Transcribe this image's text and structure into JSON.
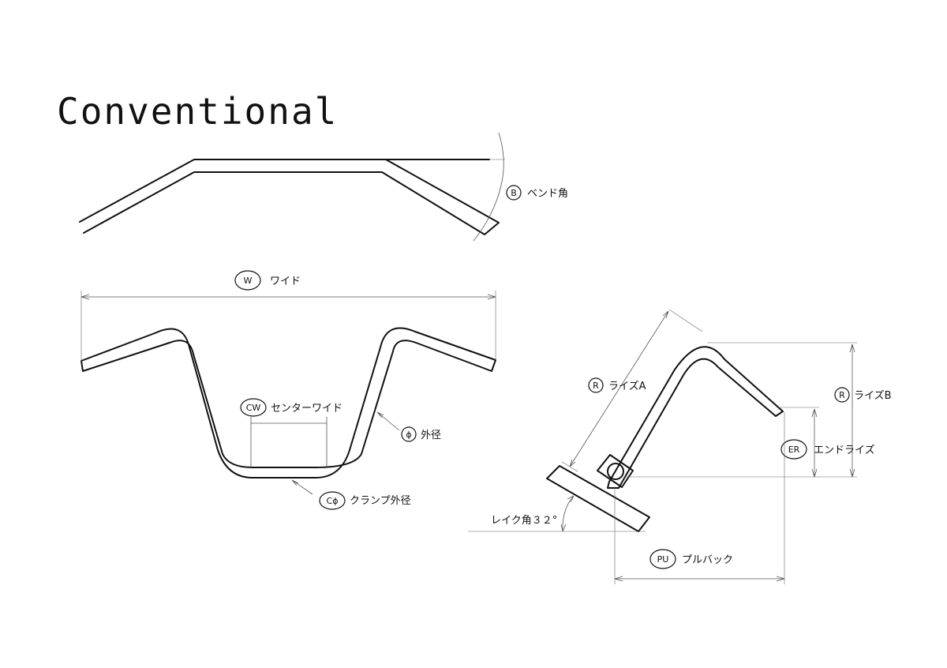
{
  "title": "Conventional",
  "bend": {
    "symbol": "B",
    "label": "ベンド角"
  },
  "width": {
    "symbol": "W",
    "label": "ワイド"
  },
  "center_width": {
    "symbol": "CW",
    "label": "センターワイド"
  },
  "outer_diameter": {
    "symbol": "ϕ",
    "label": "外径"
  },
  "clamp_diameter": {
    "symbol": "Cϕ",
    "label": "クランプ外径"
  },
  "rise_a": {
    "symbol": "R",
    "label": "ライズA"
  },
  "rise_b": {
    "symbol": "R",
    "label": "ライズB"
  },
  "end_rise": {
    "symbol": "ER",
    "label": "エンドライズ"
  },
  "rake": {
    "label": "レイク角３２°"
  },
  "pullback": {
    "symbol": "PU",
    "label": "プルバック"
  }
}
